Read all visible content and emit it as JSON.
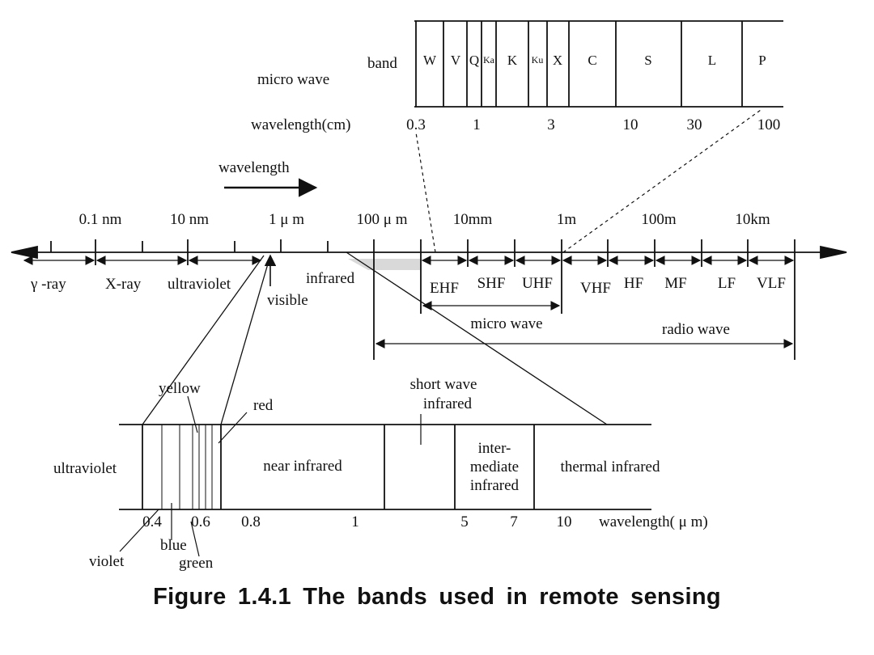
{
  "microwave_inset": {
    "title": "micro wave",
    "band_label": "band",
    "wavelength_label": "wavelength(cm)",
    "bands": [
      "W",
      "V",
      "Q",
      "Ka",
      "K",
      "Ku",
      "X",
      "C",
      "S",
      "L",
      "P"
    ],
    "ticks": [
      "0.3",
      "1",
      "3",
      "10",
      "30",
      "100"
    ]
  },
  "main_scale": {
    "direction_label": "wavelength",
    "ticks": [
      "0.1 nm",
      "10 nm",
      "1 μ m",
      "100 μ m",
      "10mm",
      "1m",
      "100m",
      "10km"
    ],
    "regions": [
      "γ -ray",
      "X-ray",
      "ultraviolet",
      "visible",
      "infrared"
    ],
    "radio_bands": [
      "EHF",
      "SHF",
      "UHF",
      "VHF",
      "HF",
      "MF",
      "LF",
      "VLF"
    ],
    "micro_wave_label": "micro wave",
    "radio_wave_label": "radio wave"
  },
  "optical_inset": {
    "regions": {
      "ultraviolet": "ultraviolet",
      "yellow": "yellow",
      "red": "red",
      "near_infrared": "near  infrared",
      "short_wave_1": "short  wave",
      "short_wave_2": "infrared",
      "intermediate_1": "inter-",
      "intermediate_2": "mediate",
      "intermediate_3": "infrared",
      "thermal": "thermal infrared",
      "violet": "violet",
      "blue": "blue",
      "green": "green"
    },
    "ticks": [
      "0.4",
      "0.6",
      "0.8",
      "1",
      "5",
      "7",
      "10"
    ],
    "wavelength_label": "wavelength( μ m)"
  },
  "caption": "Figure 1.4.1   The bands  used  in  remote  sensing"
}
